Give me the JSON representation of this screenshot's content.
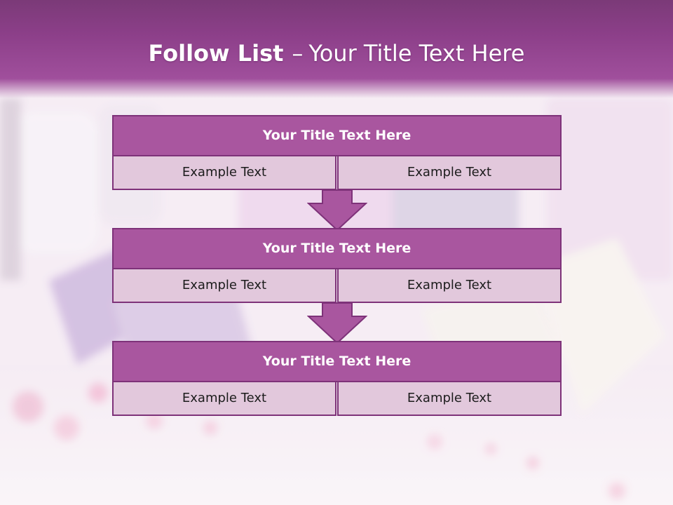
{
  "slide": {
    "title_bold": "Follow List",
    "title_dash": "–",
    "title_rest": "Your Title Text Here"
  },
  "blocks": [
    {
      "title": "Your Title Text Here",
      "left_text": "Example Text",
      "right_text": "Example Text"
    },
    {
      "title": "Your Title Text Here",
      "left_text": "Example Text",
      "right_text": "Example Text"
    },
    {
      "title": "Your Title Text Here",
      "left_text": "Example Text",
      "right_text": "Example Text"
    }
  ],
  "colors": {
    "header": "#8c3f89",
    "block_title_fill": "#a9569f",
    "block_border": "#7e3279",
    "cell_fill": "#e2c8dc",
    "arrow_fill": "#a9569f"
  },
  "icons": {
    "connector": "arrow-down-icon"
  }
}
